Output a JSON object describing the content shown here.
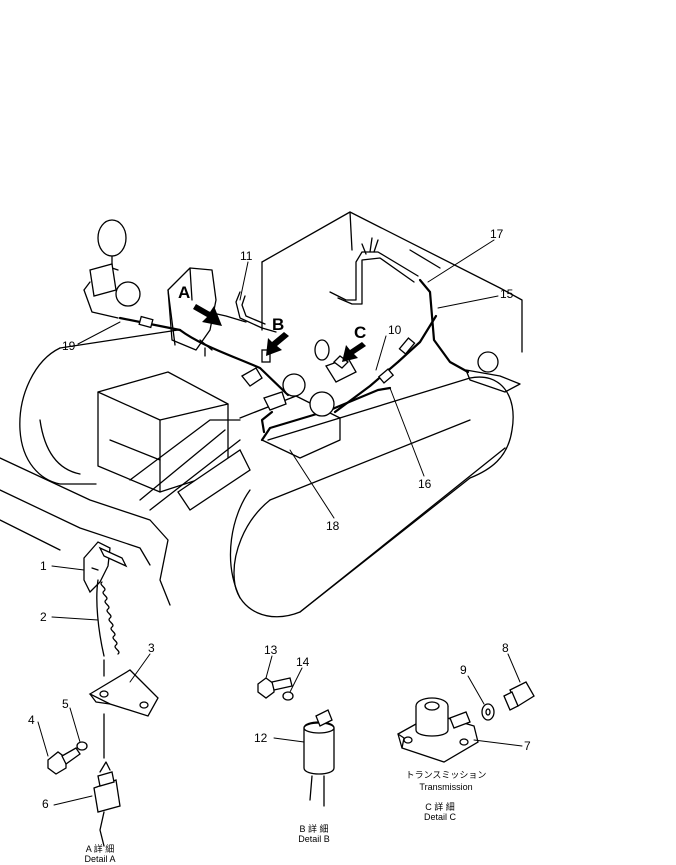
{
  "callouts": {
    "n1": "1",
    "n2": "2",
    "n3": "3",
    "n4": "4",
    "n5": "5",
    "n6": "6",
    "n7": "7",
    "n8": "8",
    "n9": "9",
    "n10": "10",
    "n11": "11",
    "n12": "12",
    "n13": "13",
    "n14": "14",
    "n15": "15",
    "n16": "16",
    "n17": "17",
    "n18": "18",
    "n19": "19"
  },
  "detail_markers": {
    "a": "A",
    "b": "B",
    "c": "C"
  },
  "captions": {
    "detail_a_jp": "A 詳 細",
    "detail_a_en": "Detail A",
    "detail_b_jp": "B 詳 細",
    "detail_b_en": "Detail B",
    "detail_c_jp": "C 詳 細",
    "detail_c_en": "Detail C",
    "transmission_jp": "トランスミッション",
    "transmission_en": "Transmission"
  }
}
